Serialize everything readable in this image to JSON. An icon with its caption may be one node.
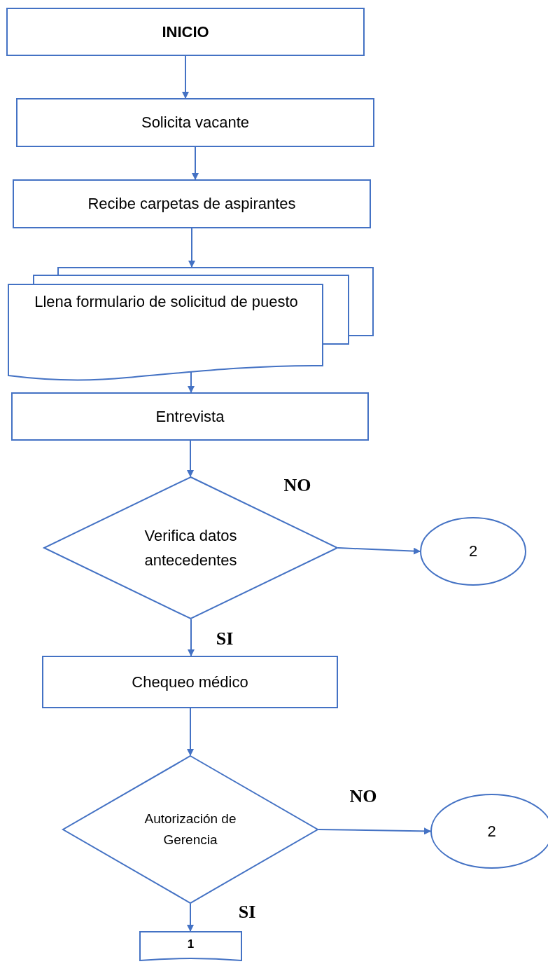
{
  "diagram": {
    "nodes": [
      {
        "text": [
          "INICIO"
        ]
      },
      {
        "text": [
          "Solicita vacante"
        ]
      },
      {
        "text": [
          "Recibe carpetas de aspirantes"
        ]
      },
      {
        "text": [
          "Llena formulario de solicitud de puesto"
        ]
      },
      {
        "text": [
          "Entrevista"
        ]
      },
      {
        "text": [
          "Verifica datos antecedentes"
        ]
      },
      {
        "text": [
          "2"
        ]
      },
      {
        "text": [
          "Chequeo médico"
        ]
      },
      {
        "text": [
          "Autorización de Gerencia"
        ]
      },
      {
        "text": [
          "2"
        ]
      },
      {
        "text": [
          "1"
        ]
      }
    ],
    "edges": [
      {
        "from": 0,
        "to": 1,
        "arrow": "to"
      },
      {
        "from": 1,
        "to": 2,
        "arrow": "to"
      },
      {
        "from": 2,
        "to": 3,
        "arrow": "to"
      },
      {
        "from": 3,
        "to": 4,
        "arrow": "to"
      },
      {
        "from": 4,
        "to": 5,
        "arrow": "to"
      },
      {
        "from": 5,
        "to": 6,
        "arrow": "to",
        "label": "NO"
      },
      {
        "from": 5,
        "to": 7,
        "arrow": "to",
        "label": "SI"
      },
      {
        "from": 7,
        "to": 8,
        "arrow": "to"
      },
      {
        "from": 8,
        "to": 9,
        "arrow": "to",
        "label": "NO"
      },
      {
        "from": 8,
        "to": 10,
        "arrow": "to",
        "label": "SI"
      }
    ]
  }
}
